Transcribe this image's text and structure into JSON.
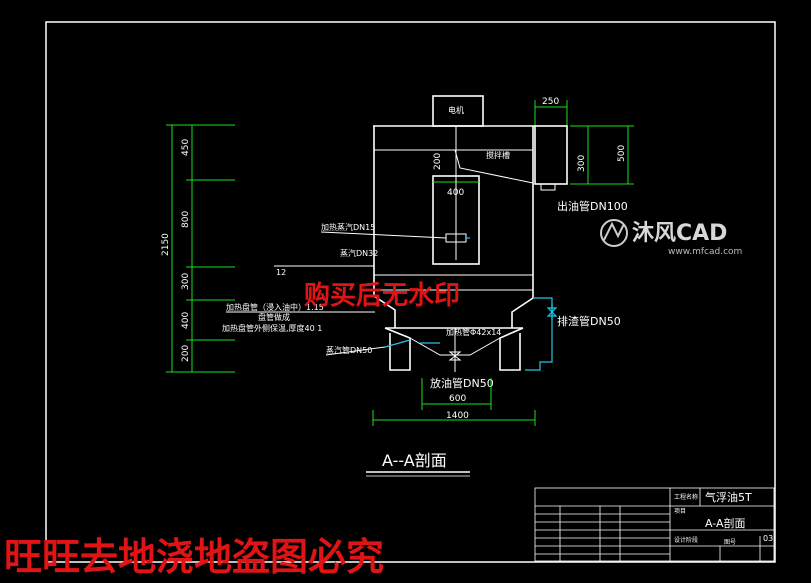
{
  "labels": {
    "motor": "电机",
    "stir_tank": "搅拌槽",
    "outlet_pipe": "出油管DN100",
    "drain_pipe": "排渣管DN50",
    "steam_pipe_dn15": "加热蒸汽DN15",
    "left_dn32": "蒸汽DN32",
    "left_label_12": "12",
    "left_note_1": "加热盘管（浸入油中）1.15",
    "left_note_2": "盘管做成",
    "left_note_3": "加热盘管外侧保温,厚度40 1",
    "steam_pipe_dn50": "蒸汽管DN50",
    "coil_spec": "加热管Φ42x14",
    "bottom_pipe": "放油管DN50",
    "section_title": "A--A剖面"
  },
  "dimensions": {
    "top_250": "250",
    "d_200": "200",
    "d_400": "400",
    "r_300": "300",
    "r_500": "500",
    "l_450": "450",
    "l_800": "800",
    "l_2150": "2150",
    "l_300": "300",
    "l_400": "400",
    "l_200": "200",
    "b_600": "600",
    "b_1400": "1400"
  },
  "watermarks": {
    "red_center": "购买后无水印",
    "red_bottom": "旺旺去地浇地盗图必究",
    "logo_text": "沐风CAD",
    "logo_url": "www.mfcad.com"
  },
  "title_block": {
    "project": "气浮油5T",
    "drawing_name": "A-A剖面",
    "sheet": "03",
    "cell_1": "工程名称",
    "cell_2": "项目",
    "cell_3": "设计阶段",
    "cell_4": "图号"
  },
  "colors": {
    "background": "#000000",
    "green": "#18e018",
    "cyan": "#1ec8e6",
    "red_watermark": "#e01414"
  }
}
